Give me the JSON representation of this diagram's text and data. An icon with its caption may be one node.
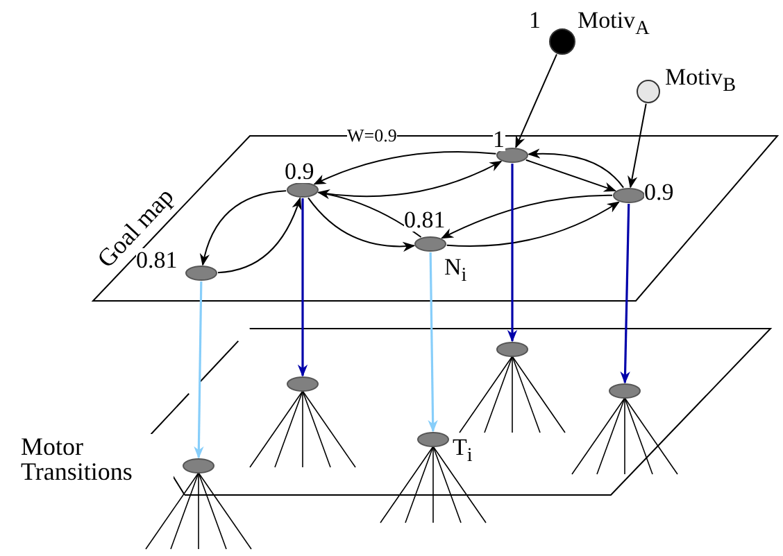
{
  "diagram": {
    "nodes": [
      {
        "text": [
          "Goal map"
        ]
      },
      {
        "text": [
          "Motor Transitions"
        ]
      },
      {
        "text": [
          "0.81"
        ],
        "in": 0
      },
      {
        "text": [
          "0.9"
        ],
        "in": 0
      },
      {
        "text": [
          "0.81"
        ],
        "in": 0,
        "beside": [
          "N$_{i}$"
        ]
      },
      {
        "text": [
          "1"
        ],
        "in": 0
      },
      {
        "text": [
          "0.9"
        ],
        "in": 0
      },
      {
        "text": [
          "Motiv$_{A}$"
        ],
        "beside": [
          "1"
        ]
      },
      {
        "text": [
          "Motiv$_{B}$"
        ]
      },
      {
        "text": [],
        "shape": "ellipse",
        "in": 1
      },
      {
        "text": [],
        "shape": "ellipse",
        "in": 1
      },
      {
        "text": [],
        "shape": "ellipse",
        "in": 1,
        "beside": [
          "T$_{i}$"
        ]
      },
      {
        "text": [],
        "shape": "ellipse",
        "in": 1
      },
      {
        "text": [],
        "shape": "ellipse",
        "in": 1
      }
    ],
    "edges": [
      {
        "from": 3,
        "to": 2,
        "arrow": "to"
      },
      {
        "from": 2,
        "to": 3,
        "arrow": "to"
      },
      {
        "from": 5,
        "to": 3,
        "arrow": "to",
        "label": "W=0.9"
      },
      {
        "from": 3,
        "to": 5,
        "arrow": "to"
      },
      {
        "from": 3,
        "to": 4,
        "arrow": "to"
      },
      {
        "from": 4,
        "to": 3,
        "arrow": "to"
      },
      {
        "from": 5,
        "to": 6,
        "arrow": "to"
      },
      {
        "from": 6,
        "to": 5,
        "arrow": "to"
      },
      {
        "from": 6,
        "to": 4,
        "arrow": "to"
      },
      {
        "from": 4,
        "to": 6,
        "arrow": "to"
      },
      {
        "from": 7,
        "to": 5,
        "arrow": "to"
      },
      {
        "from": 8,
        "to": 6,
        "arrow": "to"
      },
      {
        "from": 2,
        "to": 9,
        "arrow": "to",
        "color": "#87cefa"
      },
      {
        "from": 3,
        "to": 10,
        "arrow": "to",
        "color": "#0000aa"
      },
      {
        "from": 4,
        "to": 11,
        "arrow": "to",
        "color": "#87cefa"
      },
      {
        "from": 5,
        "to": 12,
        "arrow": "to",
        "color": "#0000aa"
      },
      {
        "from": 6,
        "to": 13,
        "arrow": "to",
        "color": "#0000aa"
      }
    ]
  }
}
